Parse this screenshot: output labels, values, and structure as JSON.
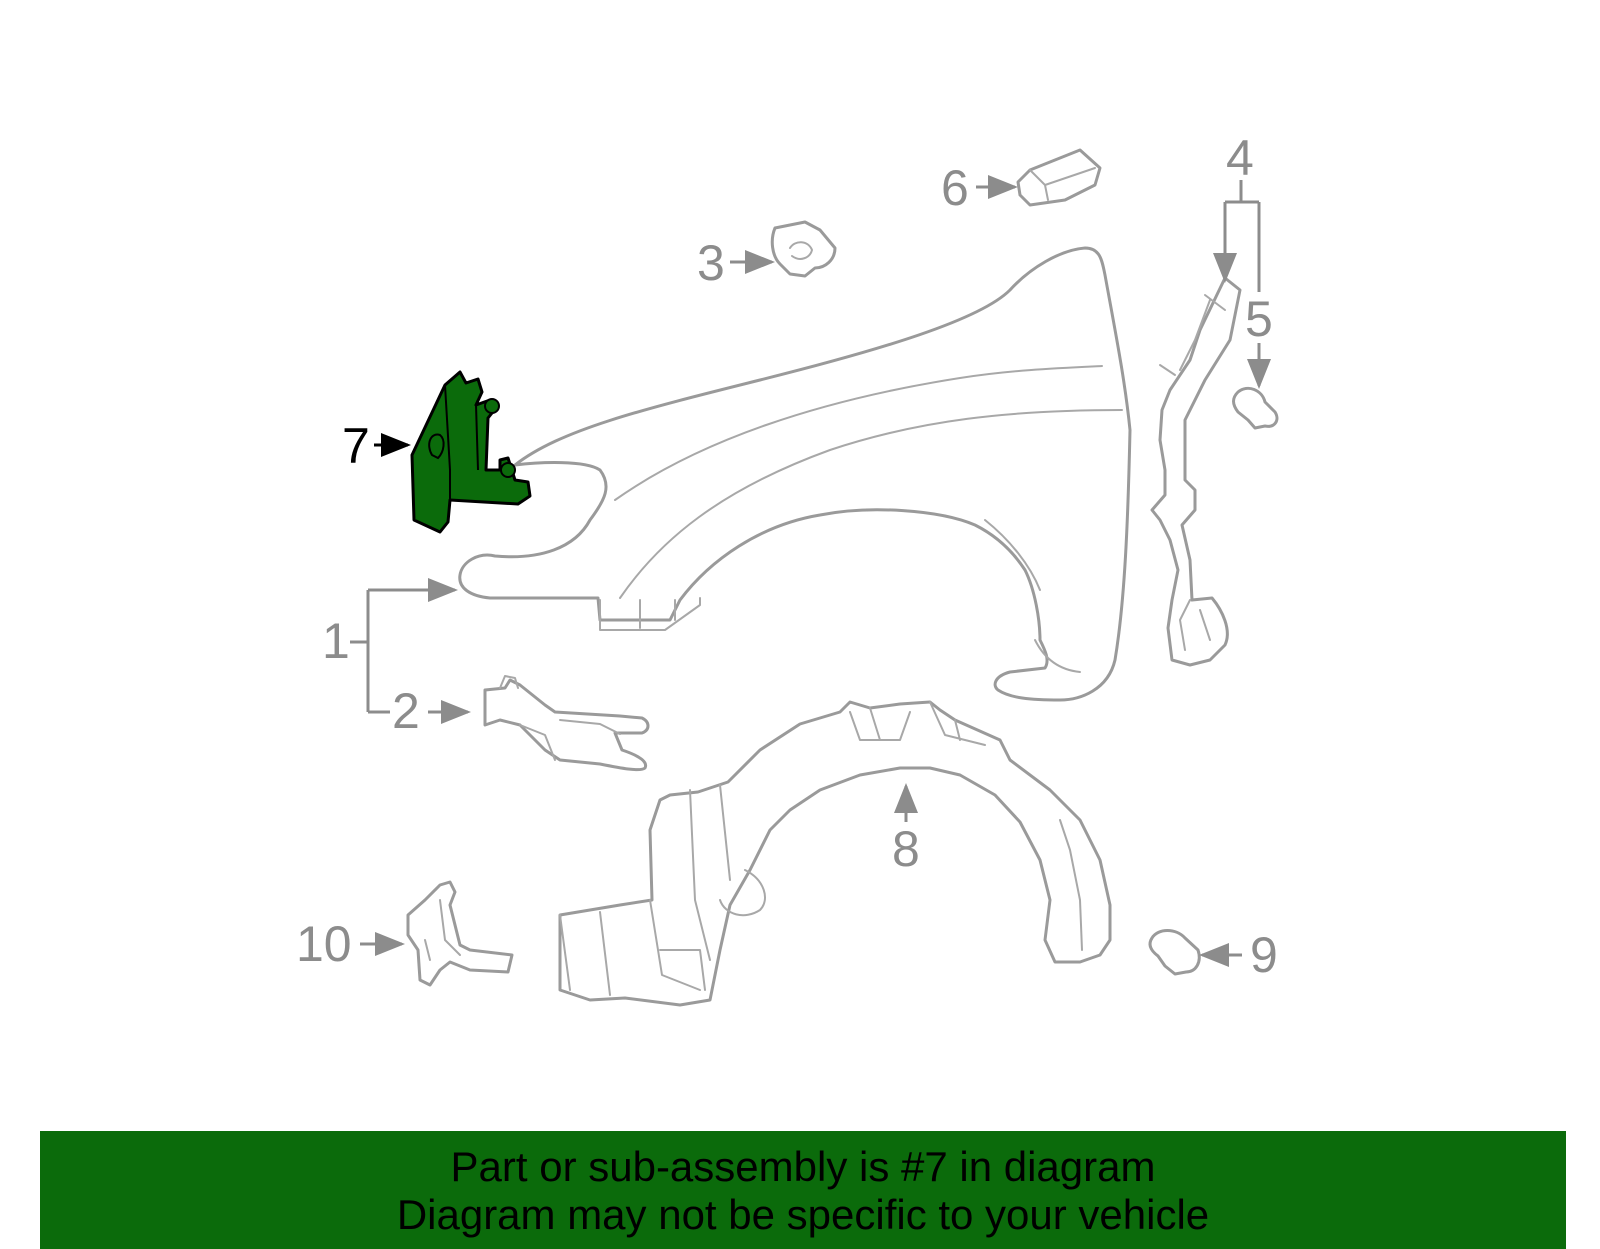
{
  "diagram": {
    "callouts": [
      "1",
      "2",
      "3",
      "4",
      "5",
      "6",
      "7",
      "8",
      "9",
      "10"
    ],
    "highlighted_part": "7",
    "highlight_color": "#0b6b0b",
    "part_line_color": "#9a9a9a"
  },
  "banner": {
    "line1": "Part or sub-assembly is #7 in diagram",
    "line2": "Diagram may not be specific to your vehicle",
    "background": "#0b6b0b"
  }
}
